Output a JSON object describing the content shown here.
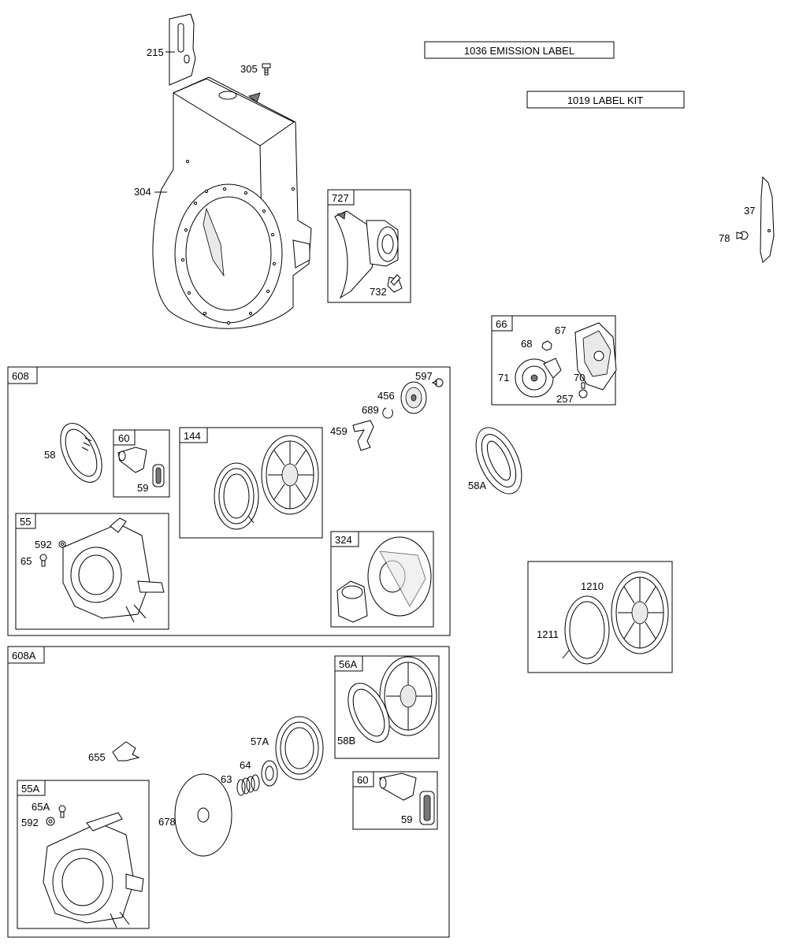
{
  "labels_banner": {
    "emission": "1036 EMISSION LABEL",
    "kit": "1019 LABEL KIT"
  },
  "groups": {
    "g608": "608",
    "g608a": "608A",
    "g727": "727",
    "g66": "66",
    "g60_top": "60",
    "g144": "144",
    "g55": "55",
    "g324": "324",
    "g56a": "56A",
    "g60_bottom": "60",
    "g55a": "55A"
  },
  "parts": {
    "p215": "215",
    "p305": "305",
    "p304": "304",
    "p732": "732",
    "p37": "37",
    "p78": "78",
    "p67": "67",
    "p68": "68",
    "p71": "71",
    "p70": "70",
    "p257": "257",
    "p597": "597",
    "p456": "456",
    "p689": "689",
    "p459": "459",
    "p58": "58",
    "p59_top": "59",
    "p592_top": "592",
    "p65": "65",
    "p58a": "58A",
    "p1210": "1210",
    "p1211": "1211",
    "p57a": "57A",
    "p58b": "58B",
    "p655": "655",
    "p64": "64",
    "p63": "63",
    "p678": "678",
    "p65a": "65A",
    "p592_bottom": "592",
    "p59_bottom": "59"
  }
}
